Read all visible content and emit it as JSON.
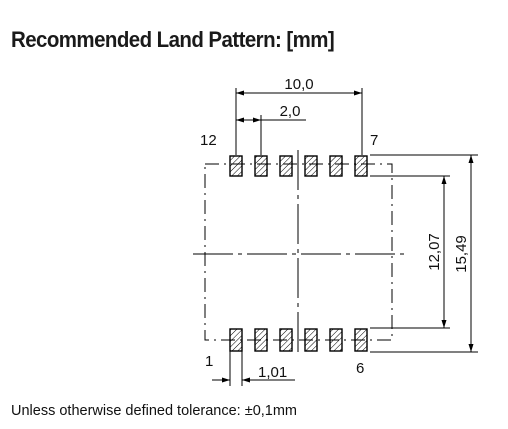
{
  "title": "Recommended Land Pattern: [mm]",
  "note": "Unless otherwise defined tolerance: ±0,1mm",
  "dimensions": {
    "overall_pad_span": "10,0",
    "pitch": "2,0",
    "pad_width": "1,01",
    "inner_row_distance": "12,07",
    "outer_row_distance": "15,49"
  },
  "pins": {
    "top_left": "12",
    "top_right": "7",
    "bottom_left": "1",
    "bottom_right": "6"
  },
  "colors": {
    "line": "#000000",
    "text": "#111111"
  }
}
